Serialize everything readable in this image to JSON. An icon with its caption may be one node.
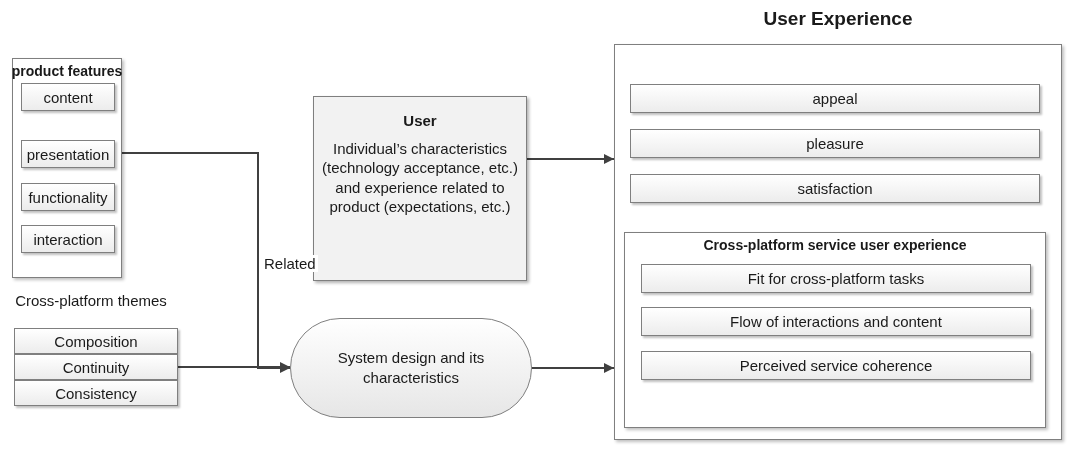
{
  "diagram": {
    "nodes": [
      {
        "text": [
          "product features"
        ]
      },
      {
        "text": [
          "content"
        ],
        "in": 0
      },
      {
        "text": [
          "presentation"
        ],
        "in": 0
      },
      {
        "text": [
          "functionality"
        ],
        "in": 0
      },
      {
        "text": [
          "interaction"
        ],
        "in": 0
      },
      {
        "text": [
          "Cross-platform themes"
        ]
      },
      {
        "text": [
          "Composition"
        ],
        "in": 5
      },
      {
        "text": [
          "Continuity"
        ],
        "in": 5
      },
      {
        "text": [
          "Consistency"
        ],
        "in": 5
      },
      {
        "text": [
          "User",
          "Individual’s characteristics (technology acceptance, etc.) and experience related to product (expectations, etc.)"
        ]
      },
      {
        "text": [
          "System design and its characteristics"
        ]
      },
      {
        "text": [
          "User Experience"
        ]
      },
      {
        "text": [
          "appeal"
        ],
        "in": 11
      },
      {
        "text": [
          "pleasure"
        ],
        "in": 11
      },
      {
        "text": [
          "satisfaction"
        ],
        "in": 11
      },
      {
        "text": [
          "Cross-platform service user experience"
        ],
        "in": 11
      },
      {
        "text": [
          "Fit for cross-platform tasks"
        ],
        "in": 15
      },
      {
        "text": [
          "Flow of interactions and content"
        ],
        "in": 15
      },
      {
        "text": [
          "Perceived service coherence"
        ],
        "in": 15
      }
    ],
    "edges": [
      {
        "from": 2,
        "to": 10,
        "arrow": "to",
        "label": "Related"
      },
      {
        "from": 7,
        "to": 10,
        "arrow": "to"
      },
      {
        "from": 9,
        "to": 11,
        "arrow": "to"
      },
      {
        "from": 10,
        "to": 11,
        "arrow": "to"
      }
    ]
  }
}
